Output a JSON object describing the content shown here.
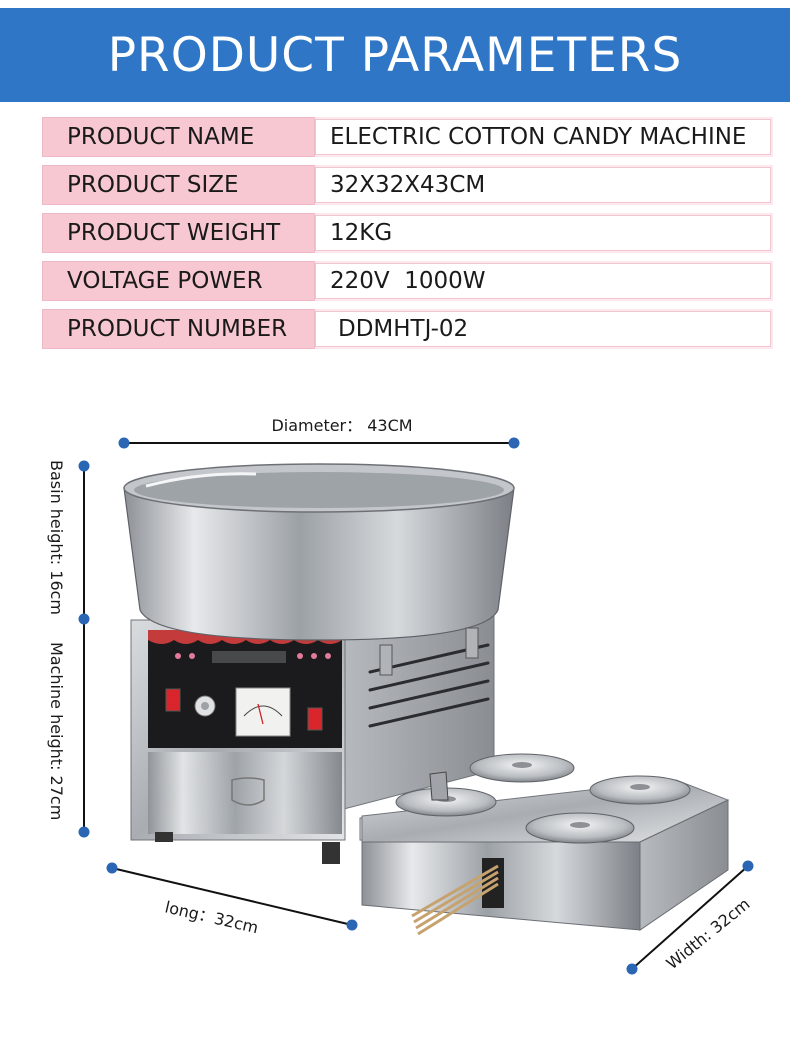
{
  "header": {
    "title": "PRODUCT PARAMETERS"
  },
  "parameters": [
    {
      "label": "PRODUCT NAME",
      "value": "ELECTRIC COTTON CANDY MACHINE"
    },
    {
      "label": "PRODUCT SIZE",
      "value": "32X32X43CM"
    },
    {
      "label": "PRODUCT WEIGHT",
      "value": "12KG"
    },
    {
      "label": "VOLTAGE POWER",
      "value": "220V  1000W"
    },
    {
      "label": "PRODUCT NUMBER",
      "value": "DDMHTJ-02"
    }
  ],
  "dimensions": {
    "diameter": "Diameter： 43CM",
    "basin_height": "Basin height: 16cm",
    "machine_height": "Machine height: 27cm",
    "long": "long：32cm",
    "width": "Width: 32cm"
  },
  "colors": {
    "banner": "#2f77c6",
    "label_bg": "#f7c8d2",
    "dimension_dot": "#2a66b3"
  }
}
